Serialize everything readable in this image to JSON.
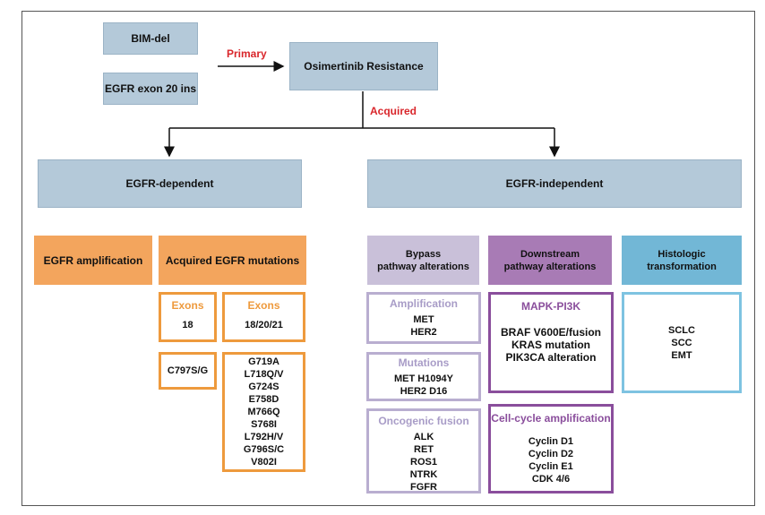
{
  "colors": {
    "box_blue": "#b4c9d9",
    "orange": "#f3a55d",
    "lavender": "#c9c0d9",
    "purple": "#a87bb5",
    "sky": "#72b7d6",
    "red_label": "#d9262b"
  },
  "primary": {
    "causes": [
      "BIM-del",
      "EGFR exon 20 ins"
    ],
    "label": "Primary"
  },
  "center": {
    "title": "Osimertinib Resistance"
  },
  "acquired": {
    "label": "Acquired"
  },
  "branches": {
    "dependent": "EGFR-dependent",
    "independent": "EGFR-independent"
  },
  "dependent": {
    "amplification": "EGFR amplification",
    "mutations_header": "Acquired EGFR mutations",
    "exons_a": {
      "title": "Exons",
      "value": "18"
    },
    "exons_b": {
      "title": "Exons",
      "value": "18/20/21"
    },
    "c797": "C797S/G",
    "mutation_list": [
      "G719A",
      "L718Q/V",
      "G724S",
      "E758D",
      "M766Q",
      "S768I",
      "L792H/V",
      "G796S/C",
      "V802I"
    ]
  },
  "bypass": {
    "header": [
      "Bypass",
      "pathway alterations"
    ],
    "amplification": {
      "title": "Amplification",
      "items": [
        "MET",
        "HER2"
      ]
    },
    "mutations": {
      "title": "Mutations",
      "items": [
        "MET H1094Y",
        "HER2 D16"
      ]
    },
    "fusion": {
      "title": "Oncogenic fusion",
      "items": [
        "ALK",
        "RET",
        "ROS1",
        "NTRK",
        "FGFR"
      ]
    }
  },
  "downstream": {
    "header": [
      "Downstream",
      "pathway alterations"
    ],
    "mapk": {
      "title": "MAPK-PI3K",
      "items": [
        "BRAF V600E/fusion",
        "KRAS mutation",
        "PIK3CA alteration"
      ]
    },
    "cellcycle": {
      "title": "Cell-cycle amplification",
      "items": [
        "Cyclin D1",
        "Cyclin D2",
        "Cyclin E1",
        "CDK 4/6"
      ]
    }
  },
  "histologic": {
    "header": [
      "Histologic",
      "transformation"
    ],
    "items": [
      "SCLC",
      "SCC",
      "EMT"
    ]
  }
}
